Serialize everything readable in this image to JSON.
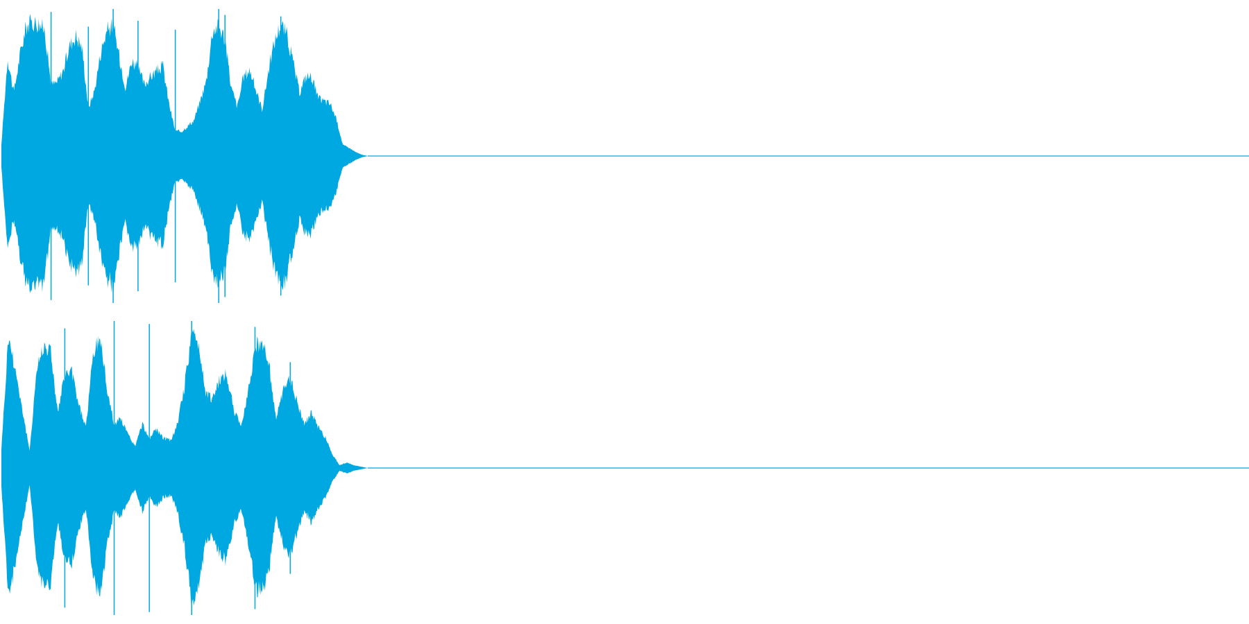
{
  "waveform": {
    "color": "#00a8e2",
    "sample_rate_hint": "stereo",
    "channels": [
      {
        "name": "",
        "envelope": [
          0.08,
          0.72,
          0.46,
          0.74,
          0.95,
          0.98,
          0.97,
          0.92,
          0.52,
          0.54,
          0.63,
          0.81,
          0.88,
          0.79,
          0.35,
          0.48,
          0.76,
          0.92,
          0.96,
          0.72,
          0.5,
          0.7,
          0.65,
          0.52,
          0.58,
          0.62,
          0.66,
          0.38,
          0.18,
          0.18,
          0.22,
          0.26,
          0.4,
          0.55,
          0.92,
          0.95,
          0.86,
          0.5,
          0.36,
          0.58,
          0.63,
          0.48,
          0.34,
          0.62,
          0.84,
          0.97,
          0.88,
          0.68,
          0.46,
          0.58,
          0.58,
          0.42,
          0.4,
          0.38,
          0.26,
          0.08,
          0.06,
          0.03,
          0.01,
          0.0
        ],
        "spikes": [
          [
            8,
            0.98
          ],
          [
            14,
            0.88
          ],
          [
            18,
            1.0
          ],
          [
            22,
            0.92
          ],
          [
            28,
            0.86
          ],
          [
            35,
            1.0
          ],
          [
            36,
            0.96
          ],
          [
            45,
            0.95
          ]
        ]
      },
      {
        "name": "",
        "envelope": [
          0.14,
          0.96,
          0.72,
          0.42,
          0.12,
          0.72,
          0.9,
          0.86,
          0.4,
          0.68,
          0.7,
          0.46,
          0.3,
          0.82,
          0.96,
          0.58,
          0.32,
          0.36,
          0.24,
          0.16,
          0.32,
          0.22,
          0.28,
          0.22,
          0.2,
          0.32,
          0.6,
          0.98,
          0.9,
          0.56,
          0.5,
          0.65,
          0.68,
          0.42,
          0.3,
          0.56,
          0.88,
          0.94,
          0.74,
          0.36,
          0.56,
          0.66,
          0.48,
          0.32,
          0.4,
          0.3,
          0.22,
          0.1,
          0.02,
          0.04,
          0.02,
          0.01,
          0.0
        ],
        "spikes": [
          [
            9,
            0.95
          ],
          [
            16,
            1.0
          ],
          [
            21,
            0.98
          ],
          [
            27,
            1.0
          ],
          [
            36,
            0.96
          ],
          [
            41,
            0.72
          ]
        ]
      }
    ]
  }
}
